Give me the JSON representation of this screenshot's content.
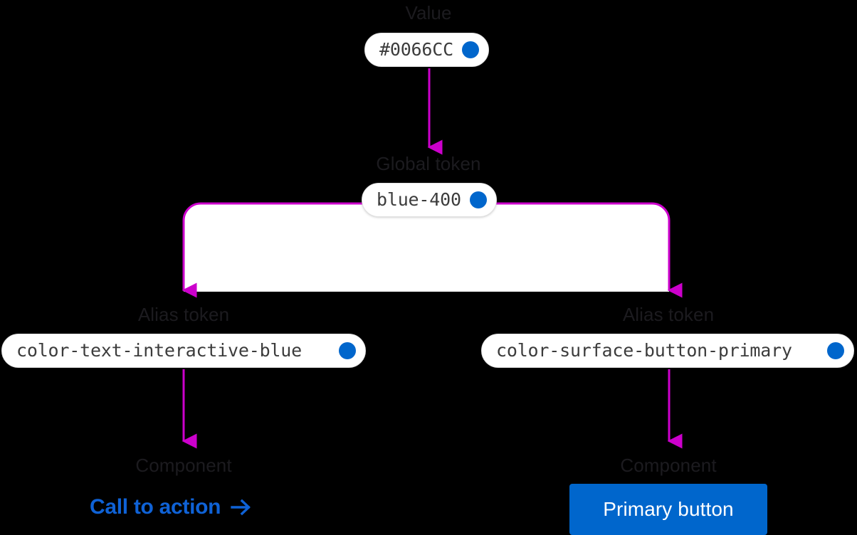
{
  "diagram": {
    "title": "Design token inheritance flow",
    "background_color": "#000000",
    "connector_color": "#CC00CC",
    "label_color": "#1c1b1f",
    "accent_blue": "#0066CC",
    "link_blue": "#0f62d6"
  },
  "stages": {
    "value": {
      "label": "Value",
      "pill_text": "#0066CC",
      "swatch_color": "#0066CC",
      "swatch_icon": "color-swatch-dot-icon"
    },
    "global_token": {
      "label": "Global token",
      "pill_text": "blue-400",
      "swatch_color": "#0066CC",
      "swatch_icon": "color-swatch-dot-icon"
    },
    "alias_left": {
      "label": "Alias token",
      "pill_text": "color-text-interactive-blue",
      "swatch_color": "#0066CC",
      "swatch_icon": "color-swatch-dot-icon"
    },
    "alias_right": {
      "label": "Alias token",
      "pill_text": "color-surface-button-primary",
      "swatch_color": "#0066CC",
      "swatch_icon": "color-swatch-dot-icon"
    },
    "component_left": {
      "label": "Component",
      "link_text": "Call to action",
      "link_icon": "arrow-right-icon",
      "link_color": "#0f62d6"
    },
    "component_right": {
      "label": "Component",
      "button_text": "Primary button",
      "button_color": "#0066CC",
      "button_text_color": "#ffffff"
    }
  }
}
